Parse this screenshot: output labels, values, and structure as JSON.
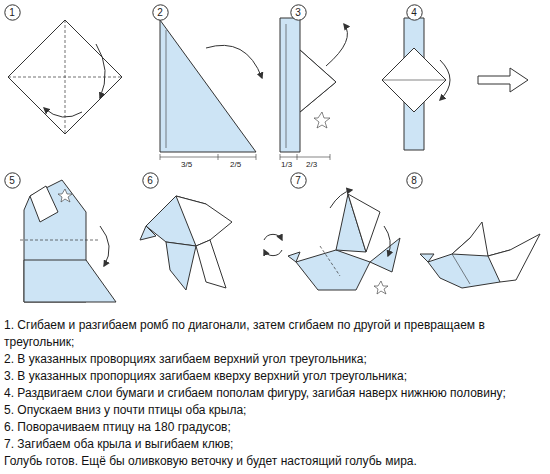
{
  "diagram": {
    "nodes": [
      {
        "text": [
          "1"
        ]
      },
      {
        "text": [
          "2"
        ]
      },
      {
        "text": [
          "3"
        ]
      },
      {
        "text": [
          "4"
        ]
      },
      {
        "text": [
          "5"
        ]
      },
      {
        "text": [
          "6"
        ]
      },
      {
        "text": [
          "7"
        ]
      },
      {
        "text": [
          "8"
        ]
      }
    ],
    "labels": [
      "3/5",
      "2/5",
      "1/3",
      "2/3",
      "1. Сгибаем и разгибаем ромб по диагонали, затем сгибаем по другой и превращаем в треугольник;",
      "2. В указанных проворциях загибаем верхний угол треугольника;",
      "3. В указанных пропорциях загибаем кверху верхний угол треугольника;",
      "4. Раздвигаем слои бумаги и сгибаем пополам фигуру, загибая наверх нижнюю половину;",
      "5. Опускаем вниз у почти птицы оба крыла;",
      "6. Поворачиваем птицу на 180 градусов;",
      "7. Загибаем оба крыла и выгибаем клюв;",
      "Голубь готов. Ещё бы оливковую веточку и будет настоящий голубь мира."
    ]
  }
}
